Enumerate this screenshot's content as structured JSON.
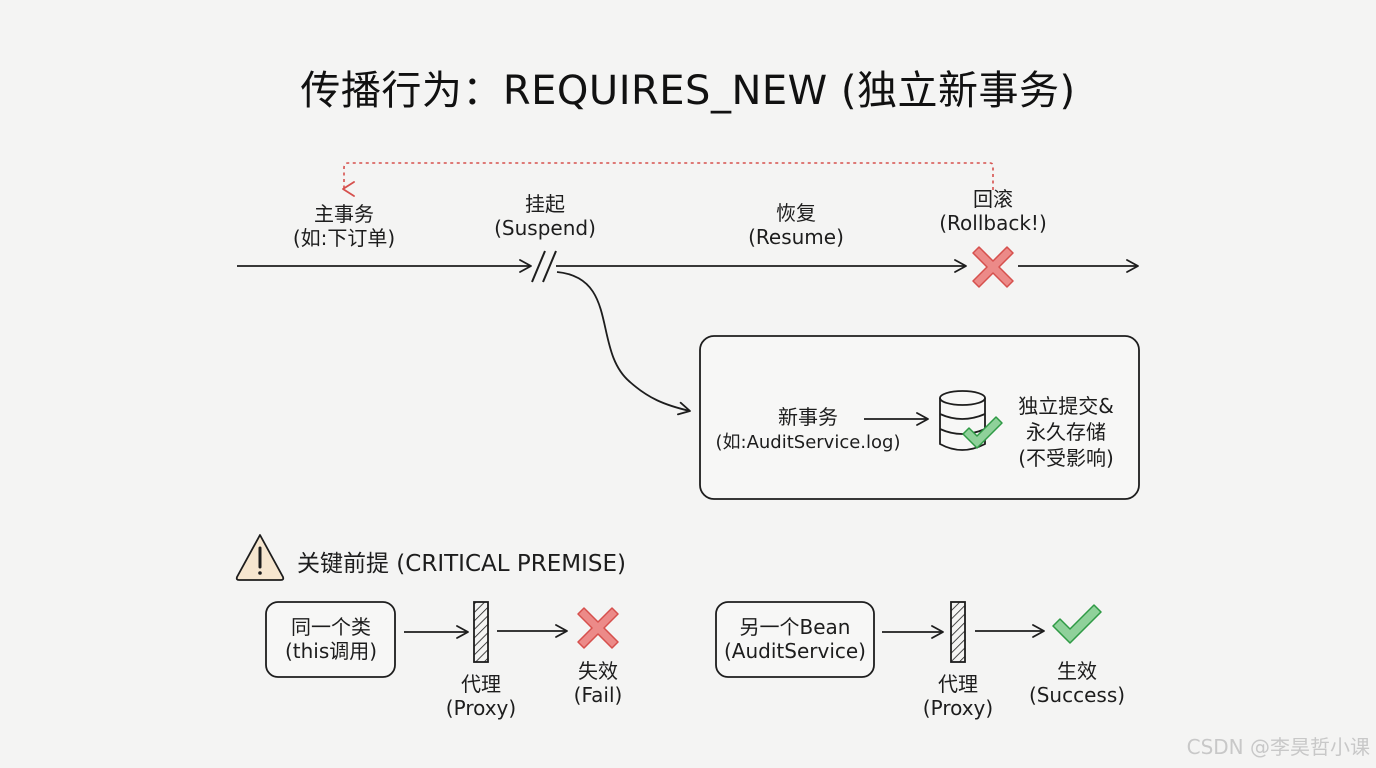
{
  "title": "传播行为：REQUIRES_NEW (独立新事务)",
  "timeline": {
    "main_tx": {
      "line1": "主事务",
      "line2": "(如:下订单)"
    },
    "suspend": {
      "line1": "挂起",
      "line2": "(Suspend)"
    },
    "resume": {
      "line1": "恢复",
      "line2": "(Resume)"
    },
    "rollback": {
      "line1": "回滚",
      "line2": "(Rollback!)"
    }
  },
  "new_tx": {
    "line1": "新事务",
    "line2": "(如:AuditService.log)",
    "result": [
      "独立提交&",
      "永久存储",
      "(不受影响)"
    ]
  },
  "premise": {
    "heading": "关键前提 (CRITICAL PREMISE)",
    "fail_case": {
      "source": {
        "line1": "同一个类",
        "line2": "(this调用)"
      },
      "proxy": {
        "line1": "代理",
        "line2": "(Proxy)"
      },
      "outcome": {
        "line1": "失效",
        "line2": "(Fail)"
      }
    },
    "success_case": {
      "source": {
        "line1": "另一个Bean",
        "line2": "(AuditService)"
      },
      "proxy": {
        "line1": "代理",
        "line2": "(Proxy)"
      },
      "outcome": {
        "line1": "生效",
        "line2": "(Success)"
      }
    }
  },
  "watermark": "CSDN @李昊哲小课",
  "colors": {
    "ink": "#1d1d1d",
    "red_fill": "#ec8a88",
    "red_stroke": "#d6504d",
    "green_fill": "#8fd19a",
    "green_stroke": "#2f9a45",
    "warning_fill": "#f6e6cf",
    "background": "#f4f4f3"
  },
  "icons": [
    "cross-icon",
    "check-icon",
    "database-icon",
    "warning-icon",
    "hatched-proxy-icon"
  ]
}
